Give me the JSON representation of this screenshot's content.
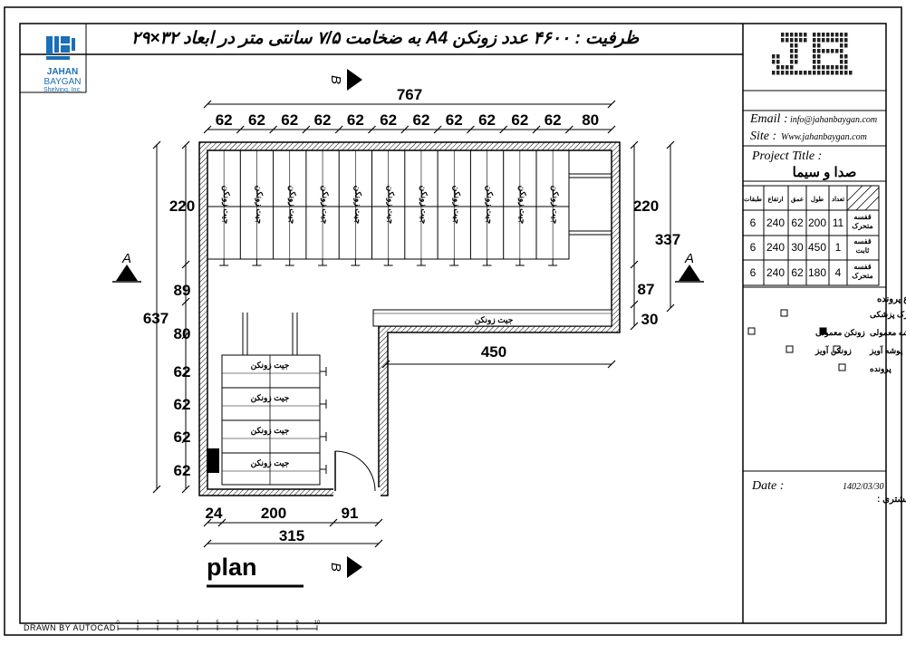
{
  "header": {
    "title": "ظرفیت : ۴۶۰۰ عدد زونکن A4 به ضخامت ۷/۵ سانتی متر در ابعاد ۳۲×۲۹"
  },
  "logo": {
    "name_line1": "JAHAN",
    "name_line2": "BAYGAN",
    "name_line3": "Shelving, Inc."
  },
  "plan": {
    "label": "plan",
    "section_a": "A",
    "section_b": "B",
    "top_total": "767",
    "top_segments": [
      "62",
      "62",
      "62",
      "62",
      "62",
      "62",
      "62",
      "62",
      "62",
      "62",
      "62",
      "80"
    ],
    "left_total": "637",
    "left_segments": [
      "220",
      "89",
      "80",
      "62",
      "62",
      "62",
      "62"
    ],
    "right_segments": [
      "220",
      "337",
      "87",
      "30"
    ],
    "inner_450": "450",
    "bottom_segments": [
      "24",
      "200",
      "91"
    ],
    "bottom_total": "315",
    "shelf_label": "جیت زونکن",
    "footer_note": "DRAWN BY AUTOCAD",
    "scale_ticks": [
      "0",
      "1",
      "2",
      "3",
      "4",
      "5",
      "6",
      "7",
      "8",
      "9",
      "10"
    ]
  },
  "titleblock": {
    "email_label": "Email :",
    "email_value": "info@jahanbaygan.com",
    "site_label": "Site :",
    "site_value": "Www.jahanbaygan.com",
    "project_title_label": "Project Title :",
    "project_title_value": "صدا و سیما",
    "table_headers": [
      "طبقات",
      "ارتفاع",
      "عمق",
      "طول",
      "تعداد"
    ],
    "table_rows": [
      {
        "name": "قفسه متحرک",
        "floors": "6",
        "height": "240",
        "depth": "62",
        "length": "200",
        "count": "11"
      },
      {
        "name": "قفسه ثابت",
        "floors": "6",
        "height": "240",
        "depth": "30",
        "length": "450",
        "count": "1"
      },
      {
        "name": "قفسه متحرک",
        "floors": "6",
        "height": "240",
        "depth": "62",
        "length": "180",
        "count": "4"
      }
    ],
    "file_type_title": "نوع پرونده",
    "options": [
      {
        "label": "پوشه مدارک پزشکی",
        "checked": false
      },
      {
        "label": "پوشه معمولی",
        "checked": true
      },
      {
        "label": "زونکن معمولی",
        "checked": false
      },
      {
        "label": "پوشه آویز",
        "checked": false
      },
      {
        "label": "زونکن آویز",
        "checked": false
      },
      {
        "label": "پرونده",
        "checked": false
      }
    ],
    "date_label": "Date :",
    "date_value": "1402/03/30",
    "signature_label": "مهر و امضا مشتری :"
  }
}
